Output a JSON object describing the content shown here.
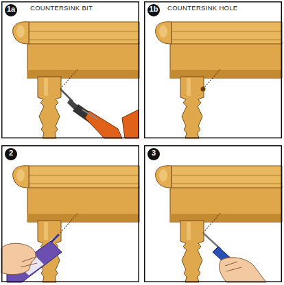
{
  "diagram": {
    "labels": [
      "1a",
      "COUNTERSINK BIT",
      "1b",
      "COUNTERSINK HOLE",
      "2",
      "3"
    ]
  }
}
